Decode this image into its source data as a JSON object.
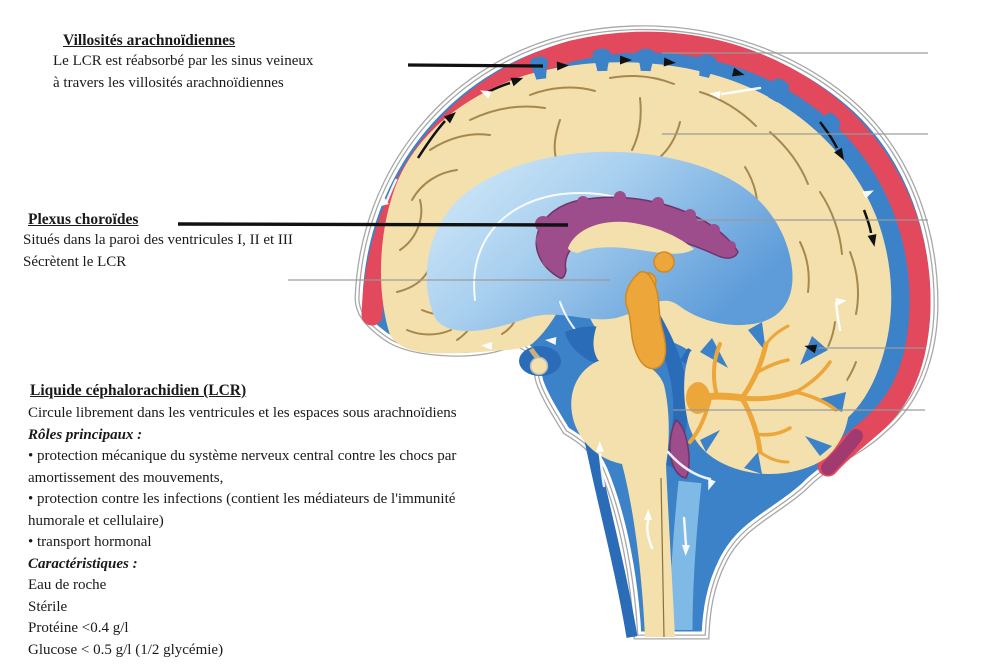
{
  "annotations": {
    "villosites": {
      "title": "Villosités arachnoïdiennes",
      "lines": [
        "Le LCR est réabsorbé par les sinus veineux",
        "à travers les villosités arachnoïdiennes"
      ]
    },
    "plexus": {
      "title": "Plexus choroïdes",
      "lines": [
        "Situés dans la paroi des ventricules I, II et III",
        "Sécrètent le LCR"
      ]
    },
    "lcr": {
      "title": "Liquide céphalorachidien (LCR)",
      "lines": [
        "Circule librement dans les ventricules et les espaces sous arachnoïdiens",
        "Rôles principaux :",
        "• protection mécanique du système nerveux central contre les chocs par",
        "amortissement des mouvements,",
        "• protection contre les infections (contient les médiateurs de l'immunité",
        "humorale et cellulaire)",
        "• transport hormonal",
        "Caractéristiques :",
        "Eau de roche",
        "Stérile",
        "Protéine <0.4 g/l",
        "Glucose < 0.5 g/l (1/2 glycémie)"
      ]
    }
  },
  "colors": {
    "sinus_red": "#e2495c",
    "sinus_magenta": "#a03a70",
    "csf_blue": "#3b82c9",
    "csf_dark_blue": "#2a6cb8",
    "csf_light_blue": "#7fb9e6",
    "ventricle_light": "#d8ecfa",
    "ventricle_mid": "#5e9cd9",
    "brain_tan": "#f3e0ac",
    "sulci_brown": "#a5884e",
    "plexus_purple": "#9d4d8c",
    "plexus_purple_dark": "#713467",
    "orange": "#eda63a",
    "orange_dark": "#d08a22",
    "skull_gray": "#a8a8a8",
    "leader_gray": "#999999",
    "label_line_black": "#111111",
    "text_black": "#1a1a1a"
  }
}
